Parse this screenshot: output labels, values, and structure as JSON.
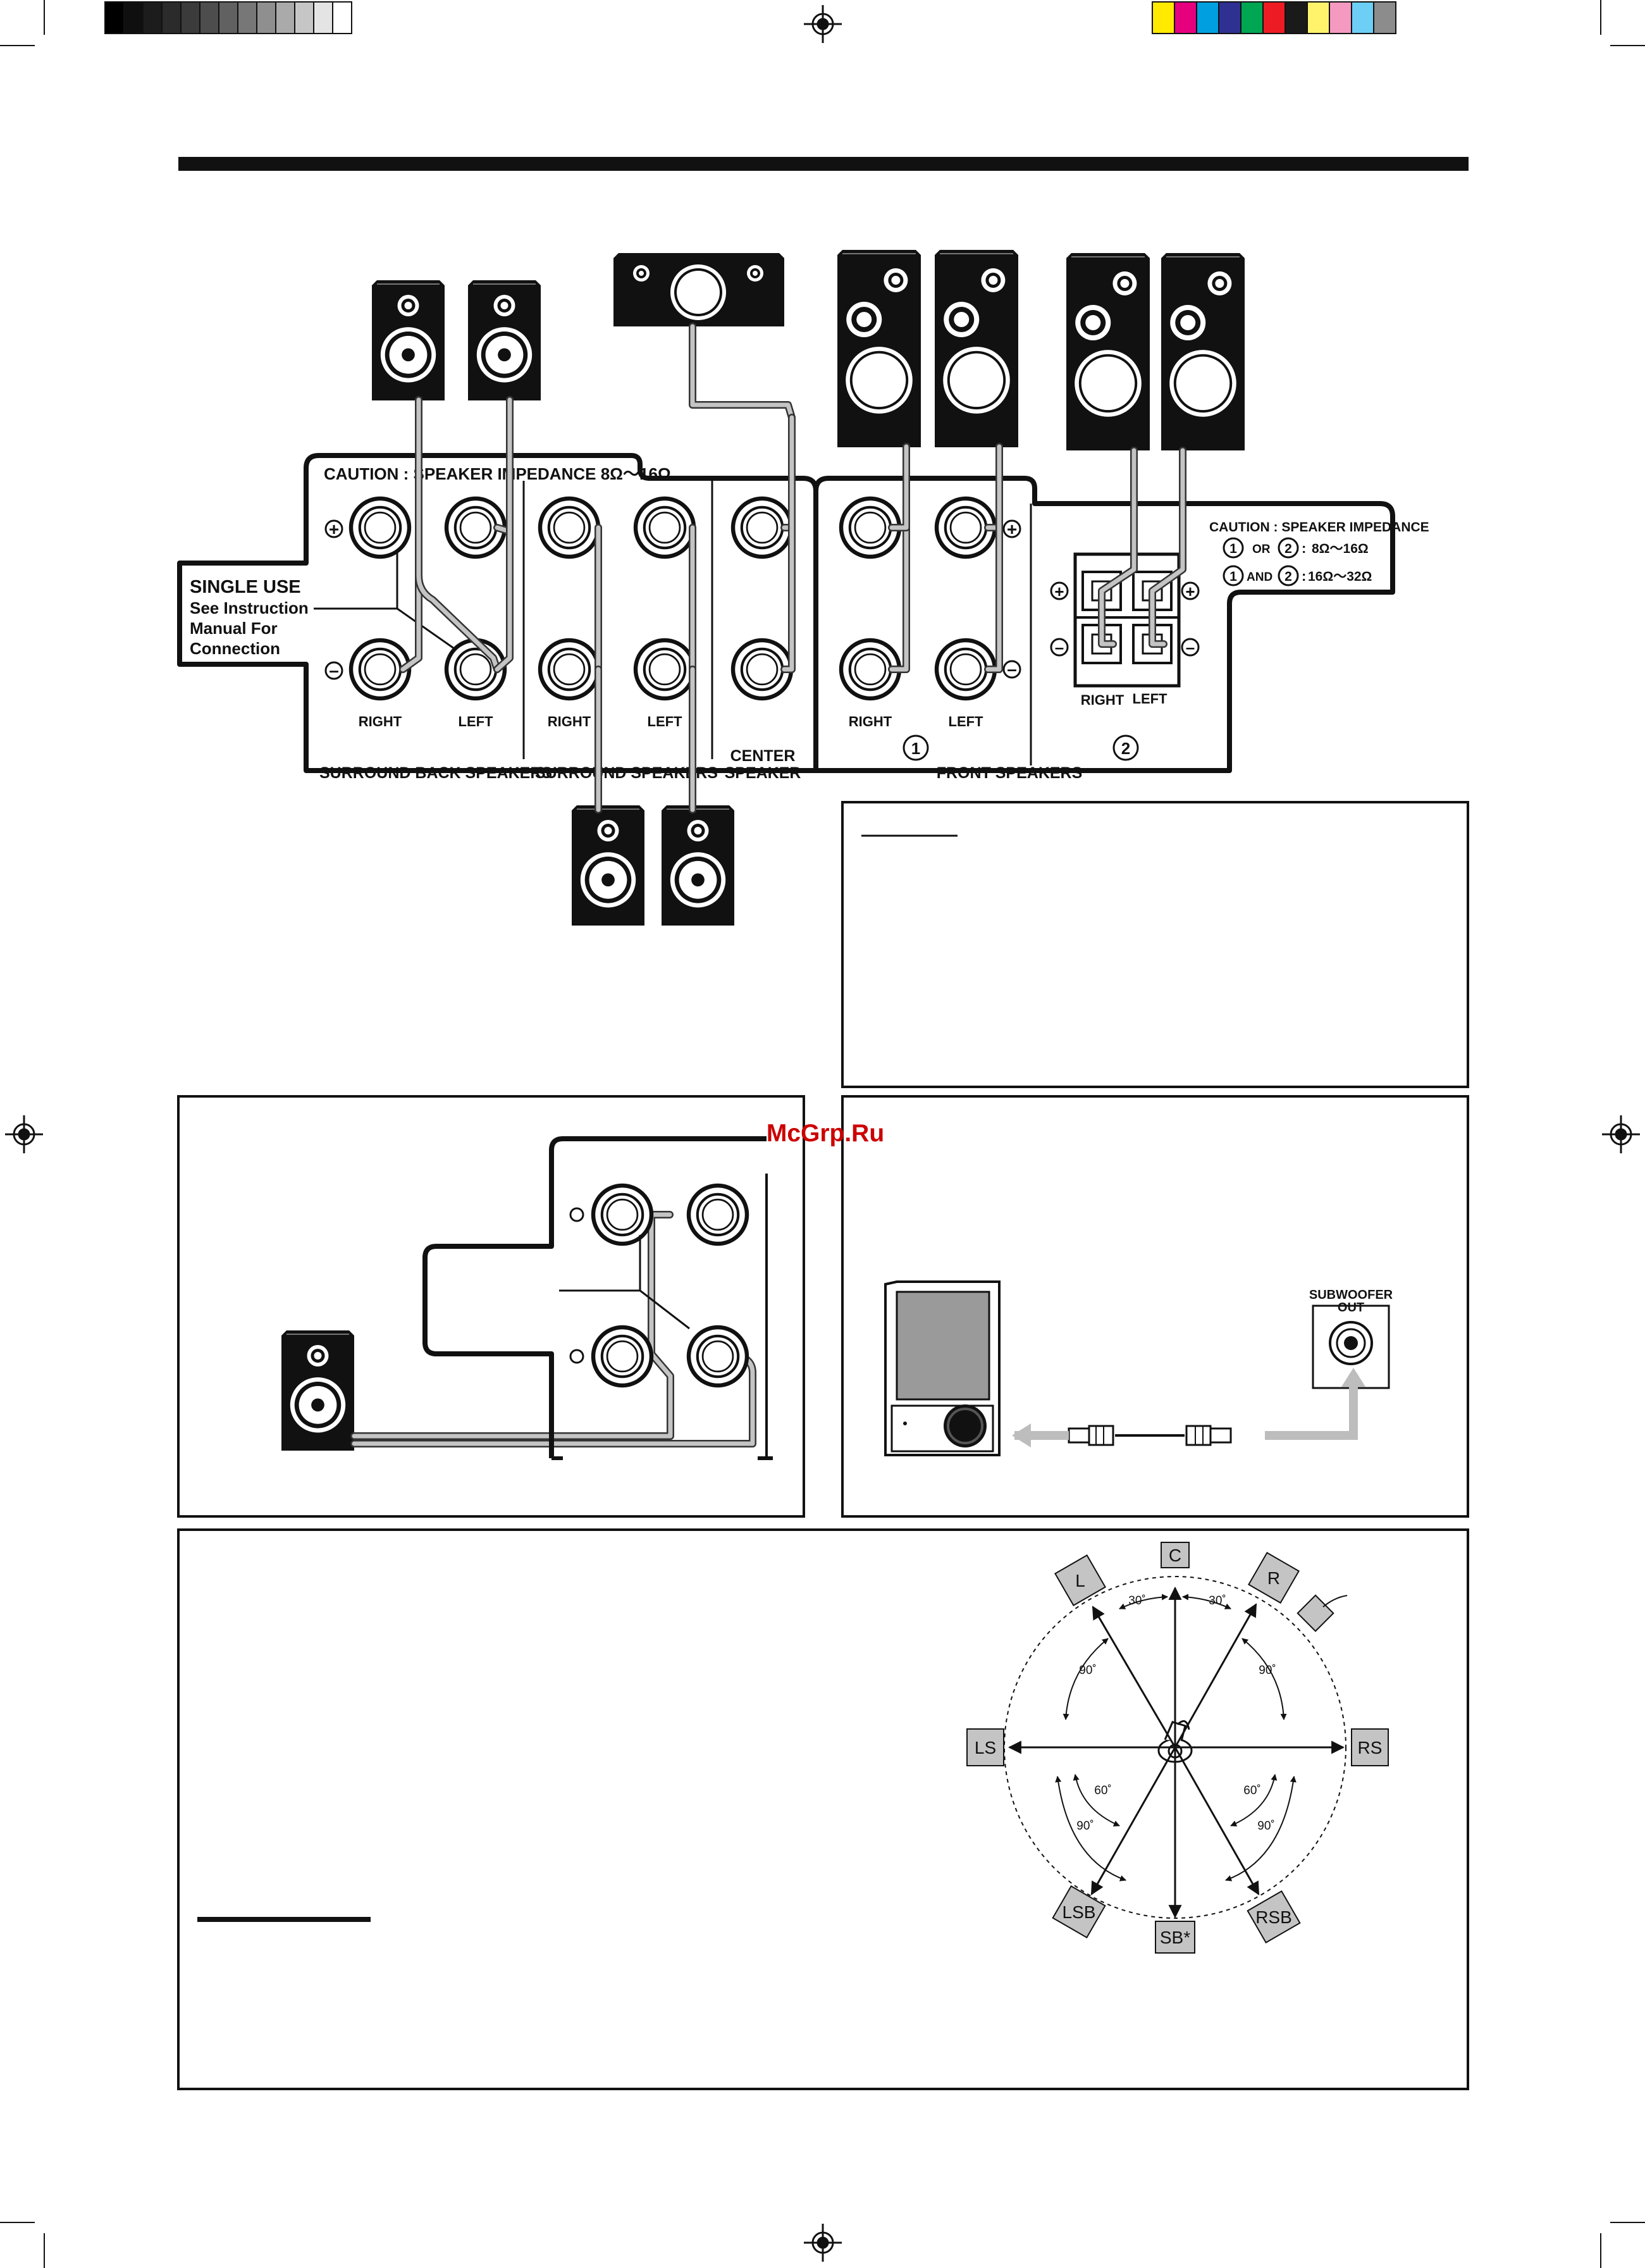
{
  "watermark": "McGrp.Ru",
  "colors": {
    "ink": "#111111",
    "wire": "#bdbdbd",
    "wire_edge": "#333333",
    "grey_box": "#c4c4c4",
    "watermark": "#cc0000",
    "gray_scale": [
      "#000000",
      "#0f0f0f",
      "#1c1c1c",
      "#2b2b2b",
      "#3b3b3b",
      "#4d4d4d",
      "#616161",
      "#777777",
      "#8f8f8f",
      "#aaaaaa",
      "#c6c6c6",
      "#e4e4e4",
      "#ffffff"
    ],
    "color_bar": [
      "#ffea00",
      "#e6007e",
      "#00a0e0",
      "#2e3192",
      "#00a651",
      "#ed1c24",
      "#1a1a1a",
      "#fff36b",
      "#f49ac1",
      "#6dcff6",
      "#8c8c8c"
    ]
  },
  "terminal_panel": {
    "caution_main": "CAUTION : SPEAKER  IMPEDANCE 8Ω～16Ω",
    "single_use": {
      "title": "SINGLE USE",
      "lines": [
        "See Instruction",
        "Manual For",
        "Connection"
      ]
    },
    "plus": "+",
    "minus": "–",
    "labels": {
      "sb_right": "RIGHT",
      "sb_left": "LEFT",
      "s_right": "RIGHT",
      "s_left": "LEFT",
      "f_right": "RIGHT",
      "f_left": "LEFT",
      "f2_right": "RIGHT",
      "f2_left": "LEFT"
    },
    "group_labels": {
      "surround_back": "SURROUND BACK SPEAKERS",
      "surround": "SURROUND SPEAKERS",
      "center_line1": "CENTER",
      "center_line2": "SPEAKER",
      "front": "FRONT SPEAKERS"
    },
    "front_caution": {
      "title": "CAUTION : SPEAKER  IMPEDANCE",
      "line1_mid": "OR",
      "line1_value": "8Ω～16Ω",
      "line2_mid": "AND",
      "line2_value": "16Ω～32Ω"
    },
    "circled_1": "1",
    "circled_2": "2"
  },
  "subwoofer_box": {
    "jack_label_line1": "SUBWOOFER",
    "jack_label_line2": "OUT"
  },
  "placement": {
    "speakers": [
      "C",
      "L",
      "R",
      "LS",
      "RS",
      "LSB",
      "RSB",
      "SB*"
    ],
    "angles": {
      "a30_left": "30˚",
      "a30_right": "30˚",
      "a90_ul": "90˚",
      "a90_ur": "90˚",
      "a60_ll": "60˚",
      "a60_lr": "60˚",
      "a90_ll": "90˚",
      "a90_lr": "90˚"
    }
  }
}
